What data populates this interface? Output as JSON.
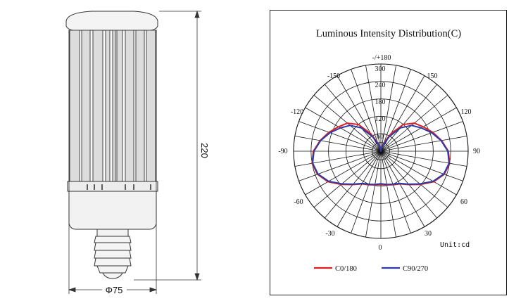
{
  "bulb": {
    "height_label": "220",
    "width_label": "Φ75"
  },
  "chart_data": {
    "type": "polar",
    "title": "Luminous Intensity Distribution(C)",
    "unit_label": "Unit:cd",
    "rmax": 300,
    "radial_ticks": [
      "60",
      "120",
      "180",
      "240",
      "300"
    ],
    "angle_labels": {
      "top": "-/+180",
      "upper_left": "-150",
      "upper_right": "150",
      "left_mid_upper": "-120",
      "right_mid_upper": "120",
      "left": "-90",
      "right": "90",
      "lower_left": "-60",
      "lower_right": "60",
      "bottom_left": "-30",
      "bottom_right": "30",
      "bottom": "0"
    },
    "series": [
      {
        "name": "C0/180",
        "color": "#e02020",
        "angles": [
          0,
          10,
          20,
          30,
          40,
          50,
          60,
          70,
          80,
          90,
          100,
          110,
          120,
          130,
          140,
          150,
          160,
          170,
          180
        ],
        "values": [
          115,
          118,
          123,
          130,
          150,
          178,
          210,
          232,
          240,
          232,
          212,
          190,
          168,
          150,
          120,
          70,
          30,
          10,
          0
        ]
      },
      {
        "name": "C90/270",
        "color": "#2b3aa8",
        "angles": [
          0,
          10,
          20,
          30,
          40,
          50,
          60,
          70,
          80,
          90,
          100,
          110,
          120,
          130,
          140,
          150,
          160,
          170,
          180
        ],
        "values": [
          112,
          116,
          121,
          128,
          148,
          175,
          207,
          230,
          238,
          230,
          210,
          186,
          160,
          138,
          105,
          58,
          25,
          8,
          0
        ]
      }
    ]
  }
}
